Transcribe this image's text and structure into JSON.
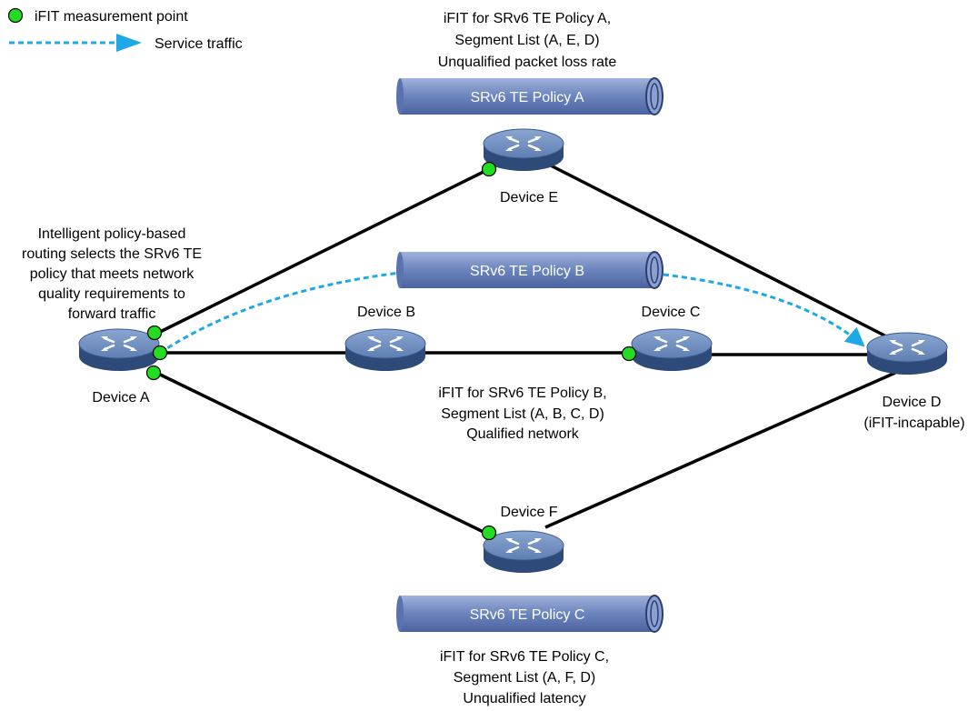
{
  "legend": {
    "measurement_point": "iFIT measurement point",
    "service_traffic": "Service traffic"
  },
  "colors": {
    "link": "#000000",
    "traffic": "#1ea8e8",
    "measurement_point": "#22dd22",
    "router_top": "#6f8fbf",
    "router_side": "#3c5c8c",
    "pipe": "#7088c0"
  },
  "policies": {
    "a": {
      "label": "SRv6 TE Policy A",
      "desc": [
        "iFIT for SRv6 TE Policy A,",
        "Segment List (A, E, D)",
        "Unqualified packet loss rate"
      ]
    },
    "b": {
      "label": "SRv6 TE Policy B",
      "desc": [
        "iFIT for SRv6 TE Policy B,",
        "Segment List (A, B, C, D)",
        "Qualified network"
      ]
    },
    "c": {
      "label": "SRv6 TE Policy C",
      "desc": [
        "iFIT for SRv6 TE Policy C,",
        "Segment List (A, F, D)",
        "Unqualified latency"
      ]
    }
  },
  "devices": {
    "a": {
      "label": [
        "Device A"
      ]
    },
    "b": {
      "label": [
        "Device B"
      ]
    },
    "c": {
      "label": [
        "Device C"
      ]
    },
    "d": {
      "label": [
        "Device D",
        "(iFIT-incapable)"
      ]
    },
    "e": {
      "label": [
        "Device E"
      ]
    },
    "f": {
      "label": [
        "Device F"
      ]
    }
  },
  "note": [
    "Intelligent policy-based",
    "routing selects the SRv6 TE",
    "policy that meets network",
    "quality requirements to",
    "forward traffic"
  ]
}
